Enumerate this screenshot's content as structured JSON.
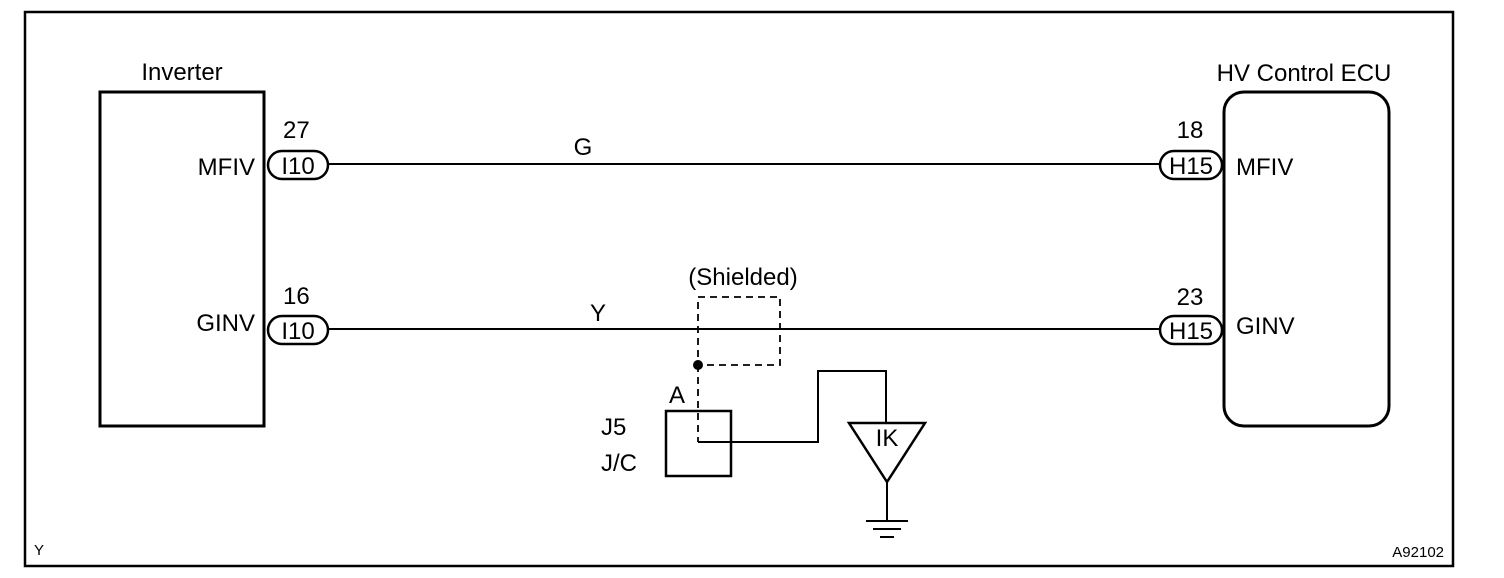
{
  "components": {
    "inverter": {
      "name": "Inverter"
    },
    "ecu": {
      "name": "HV Control ECU"
    },
    "junction": {
      "id": "J5",
      "type": "J/C",
      "connector": "A"
    },
    "ground_point": {
      "code": "IK"
    }
  },
  "signals": [
    {
      "inv_pin": "27",
      "inv_terminal": "MFIV",
      "inv_connector": "I10",
      "wire_color": "G",
      "ecu_pin": "18",
      "ecu_connector": "H15",
      "ecu_terminal": "MFIV"
    },
    {
      "inv_pin": "16",
      "inv_terminal": "GINV",
      "inv_connector": "I10",
      "wire_color": "Y",
      "ecu_pin": "23",
      "ecu_connector": "H15",
      "ecu_terminal": "GINV"
    }
  ],
  "shield_label": "(Shielded)",
  "corner_label": "Y",
  "figure_code": "A92102"
}
